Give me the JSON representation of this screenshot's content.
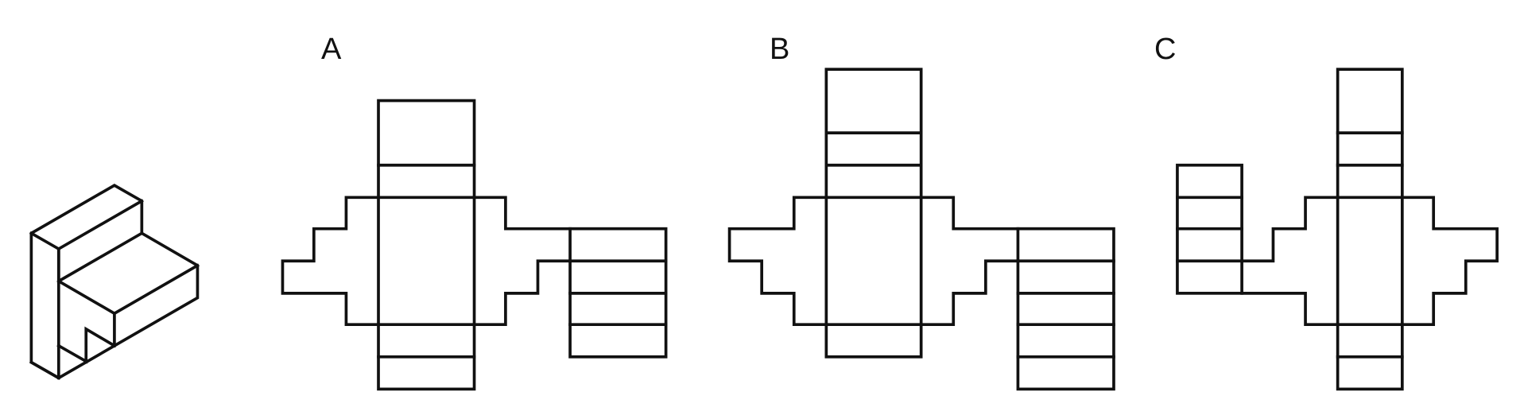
{
  "options": [
    {
      "id": "a",
      "label": "A"
    },
    {
      "id": "b",
      "label": "B"
    },
    {
      "id": "c",
      "label": "C"
    }
  ],
  "colors": {
    "stroke": "#111111",
    "background": "#ffffff"
  }
}
